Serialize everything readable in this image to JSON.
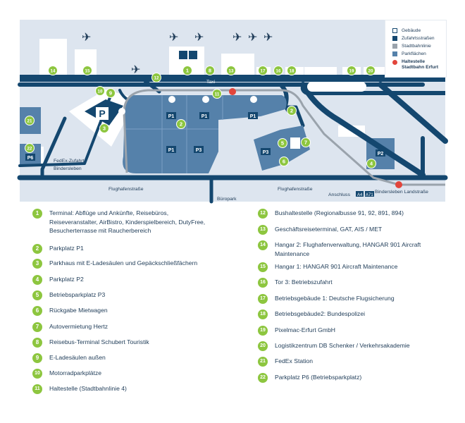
{
  "map": {
    "labels": {
      "taxi": "Taxi",
      "fedex_line1": "FedEx-Zufahrt",
      "fedex_line2": "Bindersleben",
      "street_left": "Flughafenstraße",
      "street_mid": "Flughafenstraße",
      "bueropark": "Büropark",
      "anschluss": "Anschluss",
      "a4": "A4",
      "a71": "A71",
      "landstrasse": "Bindersleben Landstraße"
    },
    "parking_labels": {
      "p1": "P1",
      "p2": "P2",
      "p3": "P3",
      "p6": "P6",
      "parkhaus": "P"
    },
    "markers": [
      "1",
      "2",
      "3",
      "4",
      "5",
      "6",
      "7",
      "8",
      "9",
      "10",
      "11",
      "12",
      "13",
      "14",
      "15",
      "16",
      "17",
      "18",
      "19",
      "20",
      "21",
      "22"
    ],
    "colors": {
      "background": "#dde5ef",
      "building": "#ffffff",
      "road": "#14476f",
      "rail": "#9aa3ac",
      "parking": "#5581aa",
      "marker": "#8dc63f",
      "station": "#e2453b"
    }
  },
  "key": {
    "gebaeude": "Gebäude",
    "zufahrt": "Zufahrtsstraßen",
    "stadtbahn": "Stadtbahnlinie",
    "parkflaechen": "Parkflächen",
    "haltestelle_line1": "Haltestelle",
    "haltestelle_line2": "Stadtbahn Erfurt"
  },
  "legend": [
    {
      "num": "1",
      "text": "Terminal: Abflüge und Ankünfte, Reisebüros, Reiseveranstalter, AirBistro, Kinderspielbereich, DutyFree, Besucherterrasse mit Raucherbereich"
    },
    {
      "num": "2",
      "text": "Parkplatz P1"
    },
    {
      "num": "3",
      "text": "Parkhaus mit E-Ladesäulen und Gepäckschließfächern"
    },
    {
      "num": "4",
      "text": "Parkplatz P2"
    },
    {
      "num": "5",
      "text": "Betriebsparkplatz P3"
    },
    {
      "num": "6",
      "text": "Rückgabe Mietwagen"
    },
    {
      "num": "7",
      "text": "Autovermietung Hertz"
    },
    {
      "num": "8",
      "text": "Reisebus-Terminal Schubert Touristik"
    },
    {
      "num": "9",
      "text": "E-Ladesäulen außen"
    },
    {
      "num": "10",
      "text": "Motorradparkplätze"
    },
    {
      "num": "11",
      "text": "Haltestelle (Stadtbahnlinie 4)"
    },
    {
      "num": "12",
      "text": "Bushaltestelle (Regionalbusse 91, 92, 891, 894)"
    },
    {
      "num": "13",
      "text": "Geschäftsreiseterminal, GAT, AIS / MET"
    },
    {
      "num": "14",
      "text": "Hangar 2: Flughafenverwaltung, HANGAR 901 Aircraft Maintenance"
    },
    {
      "num": "15",
      "text": "Hangar 1: HANGAR 901 Aircraft Maintenance"
    },
    {
      "num": "16",
      "text": "Tor 3: Betriebszufahrt"
    },
    {
      "num": "17",
      "text": "Betriebsgebäude 1: Deutsche Flugsicherung"
    },
    {
      "num": "18",
      "text": "Betriebsgebäude2: Bundespolizei"
    },
    {
      "num": "19",
      "text": "Pixelmac-Erfurt GmbH"
    },
    {
      "num": "20",
      "text": "Logistikzentrum DB Schenker / Verkehrsakademie"
    },
    {
      "num": "21",
      "text": "FedEx Station"
    },
    {
      "num": "22",
      "text": "Parkplatz P6 (Betriebsparkplatz)"
    }
  ]
}
